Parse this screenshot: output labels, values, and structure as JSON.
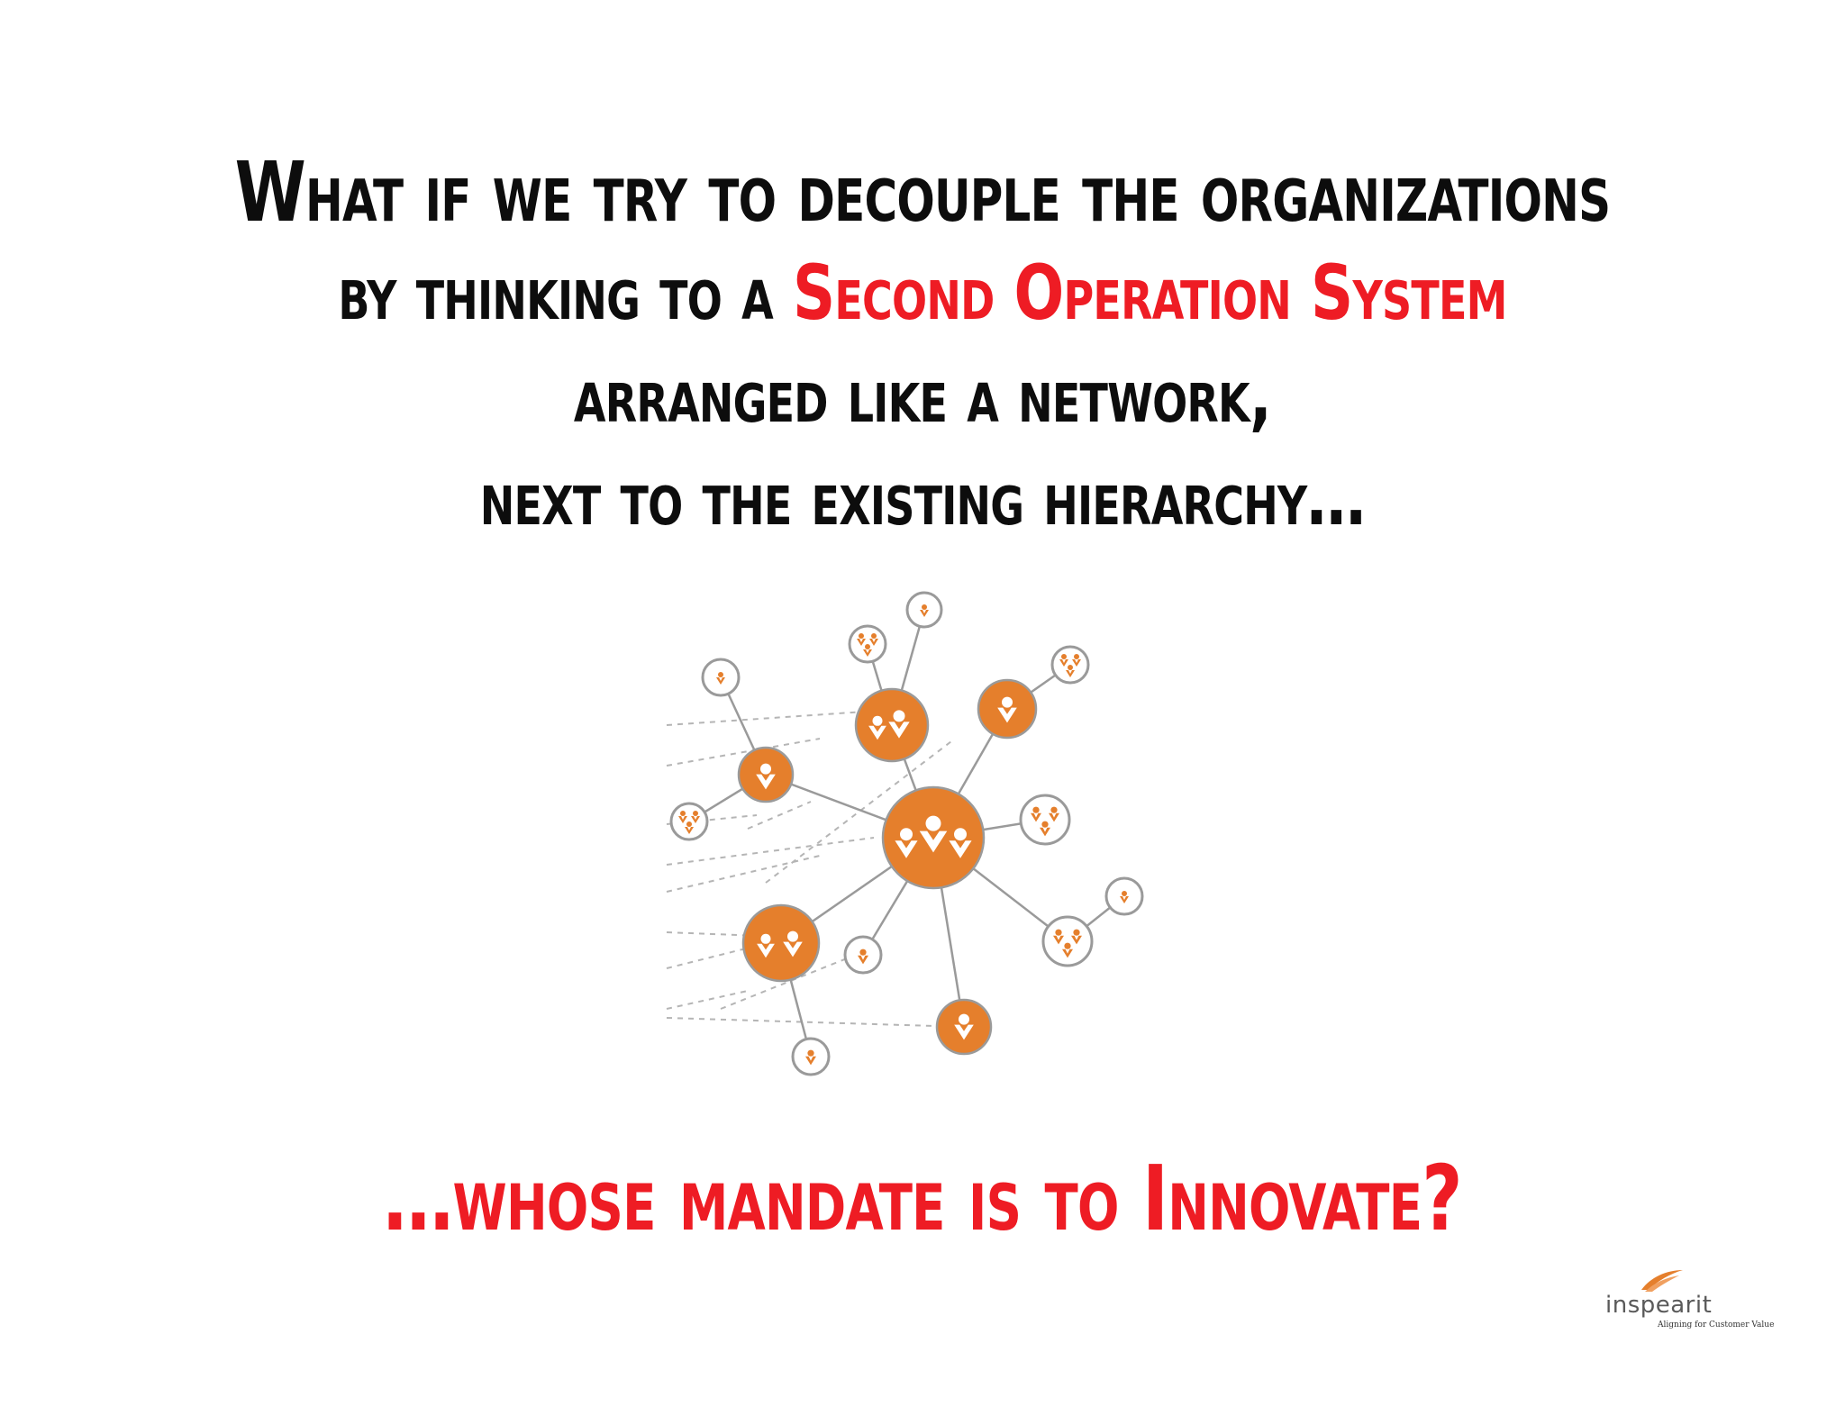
{
  "headline": {
    "line1": "What if we try to decouple the organizations",
    "line2_prefix": "by thinking to a ",
    "line2_highlight": "Second Operation System",
    "line3": "arranged like a network,",
    "line4": "next to the existing hierarchy…"
  },
  "question": {
    "prefix": "…whose mandate is to ",
    "emphasis": "Innovate?"
  },
  "logo": {
    "name": "inspearit",
    "tagline": "Aligning for Customer Value"
  },
  "colors": {
    "text": "#0d0d0d",
    "highlight": "#ee1c24",
    "node_orange": "#e57f2c",
    "link_gray": "#9a9a9a"
  },
  "illustration": {
    "icon": "people-network-icon"
  }
}
